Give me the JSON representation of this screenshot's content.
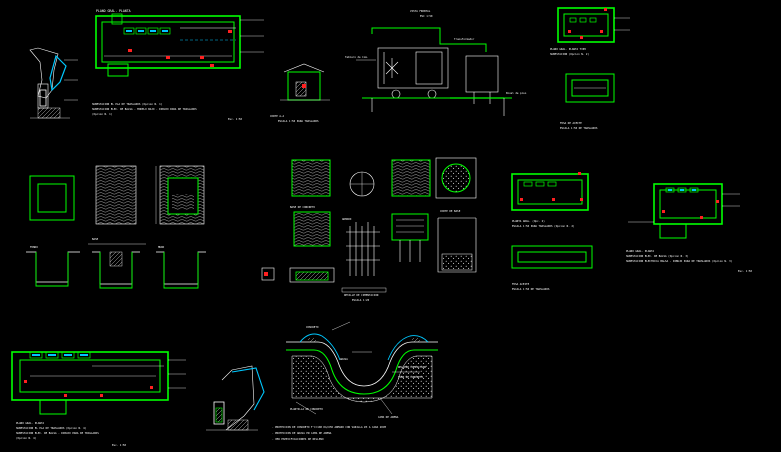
{
  "drawing": {
    "background": "#000000",
    "colors": {
      "outline": "#00ff00",
      "annotation": "#ffffff",
      "marker": "#ff2020",
      "accent": "#00c8ff"
    },
    "titles": {
      "top_left_plan": "PLANO GRAL. PLANTA",
      "top_left_note1": "SUBESTACION EL PLA DE TRASLADOS (Opcion N. 1)",
      "top_left_note2": "SUBESTACION ELEC. DE BALSA - MODELO BAJO - DIBUJO PARA DE TRASLADOS",
      "top_left_note3": "(Opcion N. 1)",
      "top_left_scale": "Esc. 1:50",
      "small_section": "CORTE A-A",
      "small_section_note": "ESCALA 1:50 PARA TRASLADOS",
      "elevation_title": "VISTA FRONTAL",
      "elevation_sub": "ESC 1:50",
      "elevation_left_label": "Tablero de Com.",
      "elevation_right_label": "Transformador",
      "elevation_ground": "Nivel de piso",
      "top_right_plan_title": "PLANO GRAL. PLANTA TIPO",
      "top_right_plan_note": "SUBESTACION (Opcion N. 2)",
      "top_right_pit": "FOSA DE ACEITE",
      "top_right_pit_note": "ESCALA 1:50 DE TRASLADOS",
      "mid_right_small_title": "PLANTA GRAL. (Opc. 2)",
      "mid_right_small_note": "ESCALA 1:50 PARA TRASLADOS (Opcion N. 2)",
      "mid_right_pit": "FOSA ACEITE",
      "mid_right_pit_note": "ESCALA 1:50 DE TRASLADOS",
      "far_right_title": "PLANO GRAL. PLANTA",
      "far_right_note1": "SUBESTACION ELEC. DE BALSA (Opcion N. 3)",
      "far_right_note2": "SUBESTACION ELECTRICA BALSA - DIBUJO PARA DE TRASLADOS (Opcion N. 3)",
      "far_right_scale": "Esc. 1:50",
      "center_detail_title": "DETALLE DE CIMENTACION",
      "center_detail_note": "ESCALA 1:20",
      "center_base": "BASE DE CONCRETO",
      "center_rebar": "ARMADO",
      "center_section": "CORTE DE BASE",
      "bottom_left_title": "PLANO GRAL. PLANTA",
      "bottom_left_note1": "SUBESTACION EL PLA DE TRASLADOS (Opcion N. 4)",
      "bottom_left_note2": "SUBESTACION ELEC. DE BALSA - DIBUJO PARA DE TRASLADOS",
      "bottom_left_note3": "(Opcion N. 4)",
      "bottom_left_scale": "Esc. 1:50",
      "trench_label1": "CONCRETO",
      "trench_label2": "GRAVA",
      "trench_label3": "RELLENO COMPACTADO",
      "trench_label4": "TUBO DE CONCRETO",
      "trench_label5": "PLANTILLA DE CONCRETO",
      "trench_label6": "CAMA DE ARENA",
      "trench_note1": "- PROTECCION DE CONCRETO F'C=100 KG/CM2 ARMADO CON VARILLA #3 A CADA 20CM",
      "trench_note2": "- PROTECCION DE GRAVA EN CAMA DE ARENA",
      "trench_note3": "- VER ESPECIFICACIONES DE RELLENO",
      "pit_base_1": "BASE",
      "pit_base_2": "MURO",
      "pit_base_3": "FONDO"
    }
  }
}
